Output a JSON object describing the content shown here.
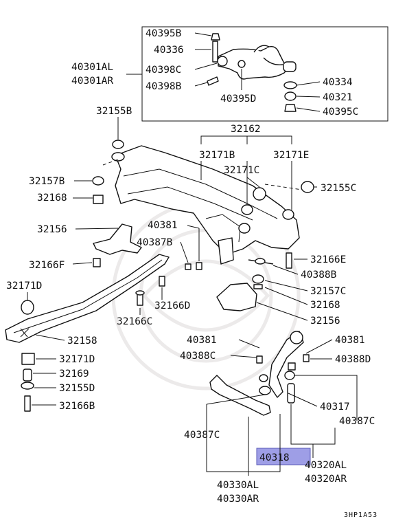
{
  "diagram_code": "3HP1A53",
  "highlight_color": "#9e9ee6",
  "top_group": {
    "arm_labels": [
      "40301AL",
      "40301AR"
    ],
    "parts": [
      "40395B",
      "40336",
      "40398C",
      "40398B",
      "40395D",
      "40334",
      "40321",
      "40395C"
    ]
  },
  "crossmember": {
    "label": "32162",
    "bushings": [
      "32171B",
      "32171E",
      "32171C",
      "32155C",
      "32155B"
    ]
  },
  "left_parts": [
    "32157B",
    "32168",
    "32156",
    "32166F",
    "32171D",
    "32158",
    "32166C"
  ],
  "bottom_left_stack": [
    "32171D",
    "32169",
    "32155D",
    "32166B"
  ],
  "center_parts": [
    "40381",
    "40387B",
    "32166D"
  ],
  "right_parts": [
    "32166E",
    "40388B",
    "32157C",
    "32168",
    "32156"
  ],
  "lower_arm_group": {
    "top_parts": [
      "40381",
      "40388C",
      "40381",
      "40388D"
    ],
    "labels": [
      "40317",
      "40387C",
      "40387C"
    ],
    "highlighted_part": "40318",
    "arm_labels_right": [
      "40320AL",
      "40320AR"
    ],
    "arm_labels_left": [
      "40330AL",
      "40330AR"
    ]
  }
}
